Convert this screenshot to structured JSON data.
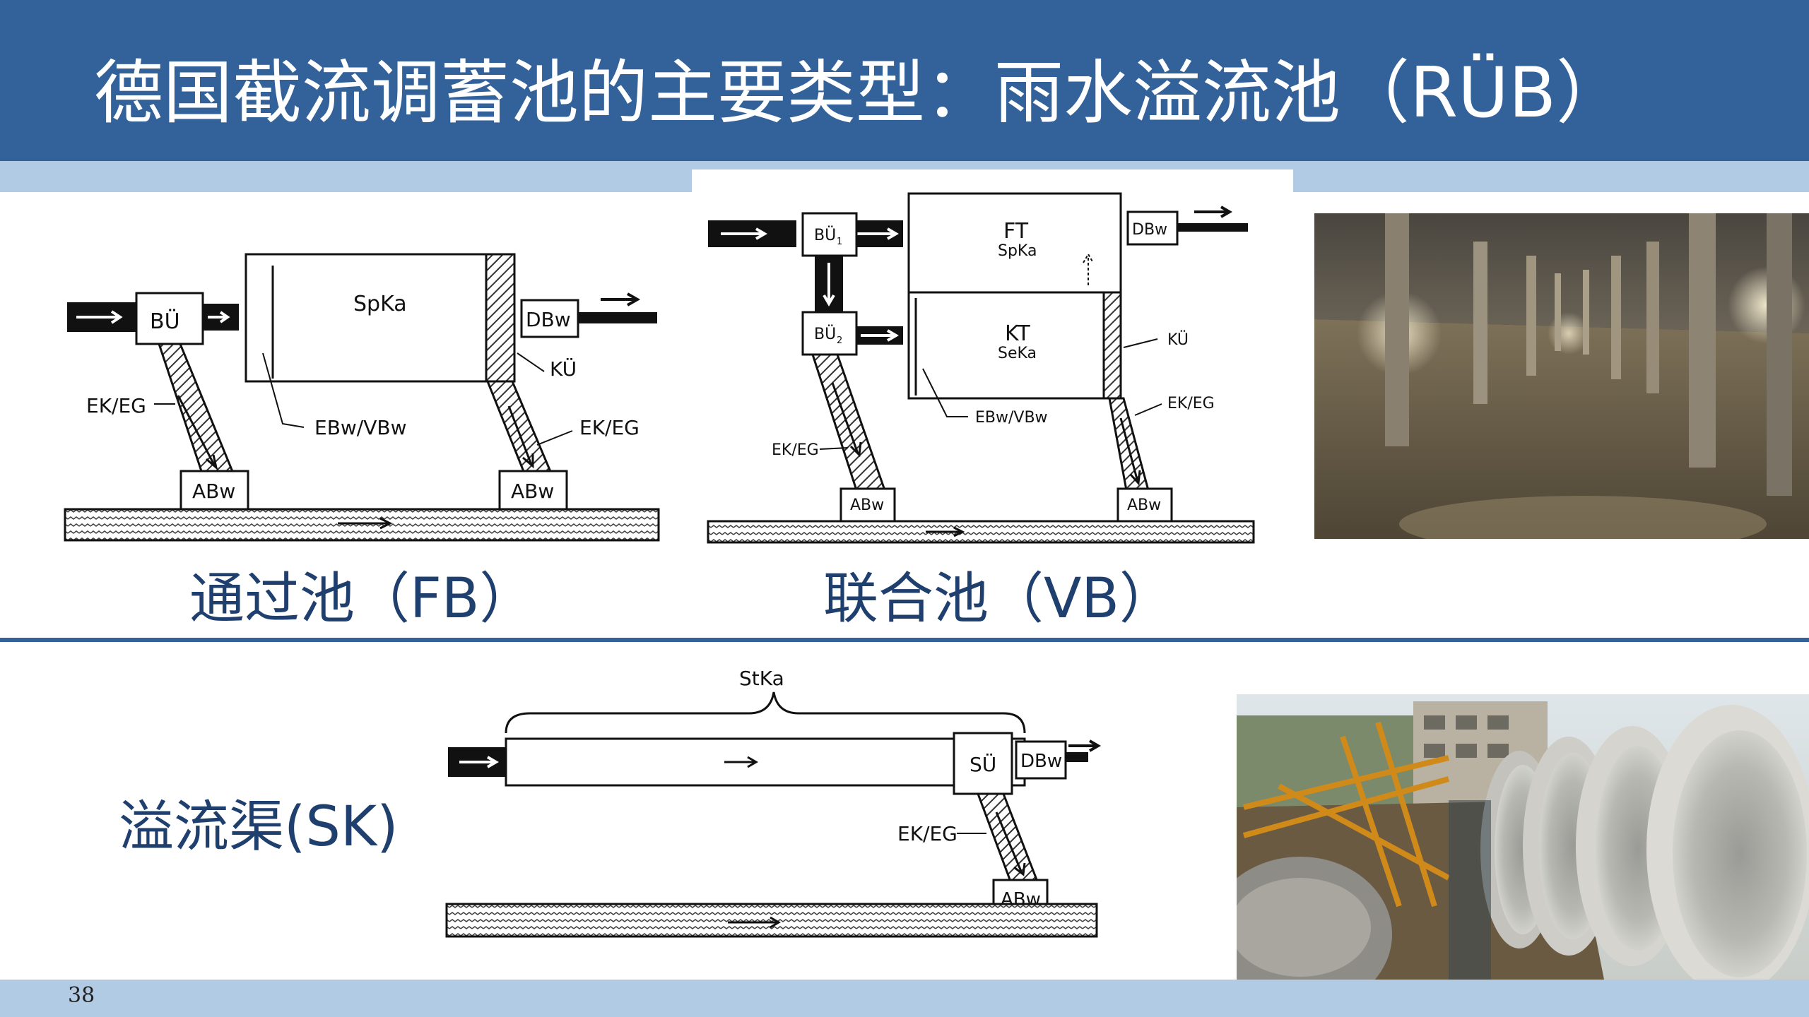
{
  "slide": {
    "title": "德国截流调蓄池的主要类型：雨水溢流池（RÜB）",
    "page_number": "38"
  },
  "captions": {
    "fb": "通过池（FB）",
    "vb": "联合池（VB）",
    "sk": "溢流渠(SK)"
  },
  "diagram_fb": {
    "bu": "BÜ",
    "spka": "SpKa",
    "dbw": "DBw",
    "ku": "KÜ",
    "ek_left": "EK/EG",
    "ebw": "EBw/VBw",
    "ek_right": "EK/EG",
    "abw_left": "ABw",
    "abw_right": "ABw"
  },
  "diagram_vb": {
    "bu1": "BÜ",
    "bu1_sub": "1",
    "bu2": "BÜ",
    "bu2_sub": "2",
    "ft": "FT",
    "spka": "SpKa",
    "kt": "KT",
    "seka": "SeKa",
    "dbw": "DBw",
    "ku": "KÜ",
    "ek_right": "EK/EG",
    "ebw": "EBw/VBw",
    "ek_left": "EK/EG",
    "abw_left": "ABw",
    "abw_right": "ABw"
  },
  "diagram_sk": {
    "stka": "StKa",
    "su": "SÜ",
    "dbw": "DBw",
    "ek": "EK/EG",
    "abw": "ABw"
  },
  "photos": {
    "tank_interior": "underground-tank-photo",
    "pipe_construction": "construction-pipes-photo"
  }
}
